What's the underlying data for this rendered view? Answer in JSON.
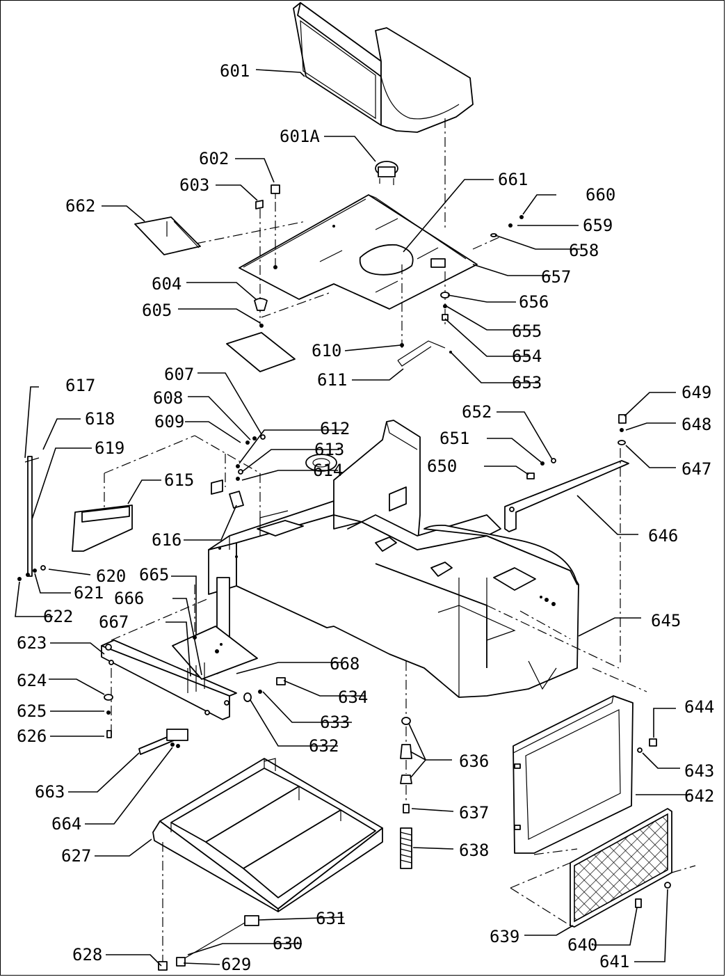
{
  "labels": {
    "601": "601",
    "601A": "601A",
    "602": "602",
    "603": "603",
    "604": "604",
    "605": "605",
    "607": "607",
    "608": "608",
    "609": "609",
    "610": "610",
    "611": "611",
    "612": "612",
    "613": "613",
    "614": "614",
    "615": "615",
    "616": "616",
    "617": "617",
    "618": "618",
    "619": "619",
    "620": "620",
    "621": "621",
    "622": "622",
    "623": "623",
    "624": "624",
    "625": "625",
    "626": "626",
    "627": "627",
    "628": "628",
    "629": "629",
    "630": "630",
    "631": "631",
    "632": "632",
    "633": "633",
    "634": "634",
    "636": "636",
    "637": "637",
    "638": "638",
    "639": "639",
    "640": "640",
    "641": "641",
    "642": "642",
    "643": "643",
    "644": "644",
    "645": "645",
    "646": "646",
    "647": "647",
    "648": "648",
    "649": "649",
    "650": "650",
    "651": "651",
    "652": "652",
    "653": "653",
    "654": "654",
    "655": "655",
    "656": "656",
    "657": "657",
    "658": "658",
    "659": "659",
    "660": "660",
    "661": "661",
    "662": "662",
    "663": "663",
    "664": "664",
    "665": "665",
    "666": "666",
    "667": "667",
    "668": "668"
  }
}
